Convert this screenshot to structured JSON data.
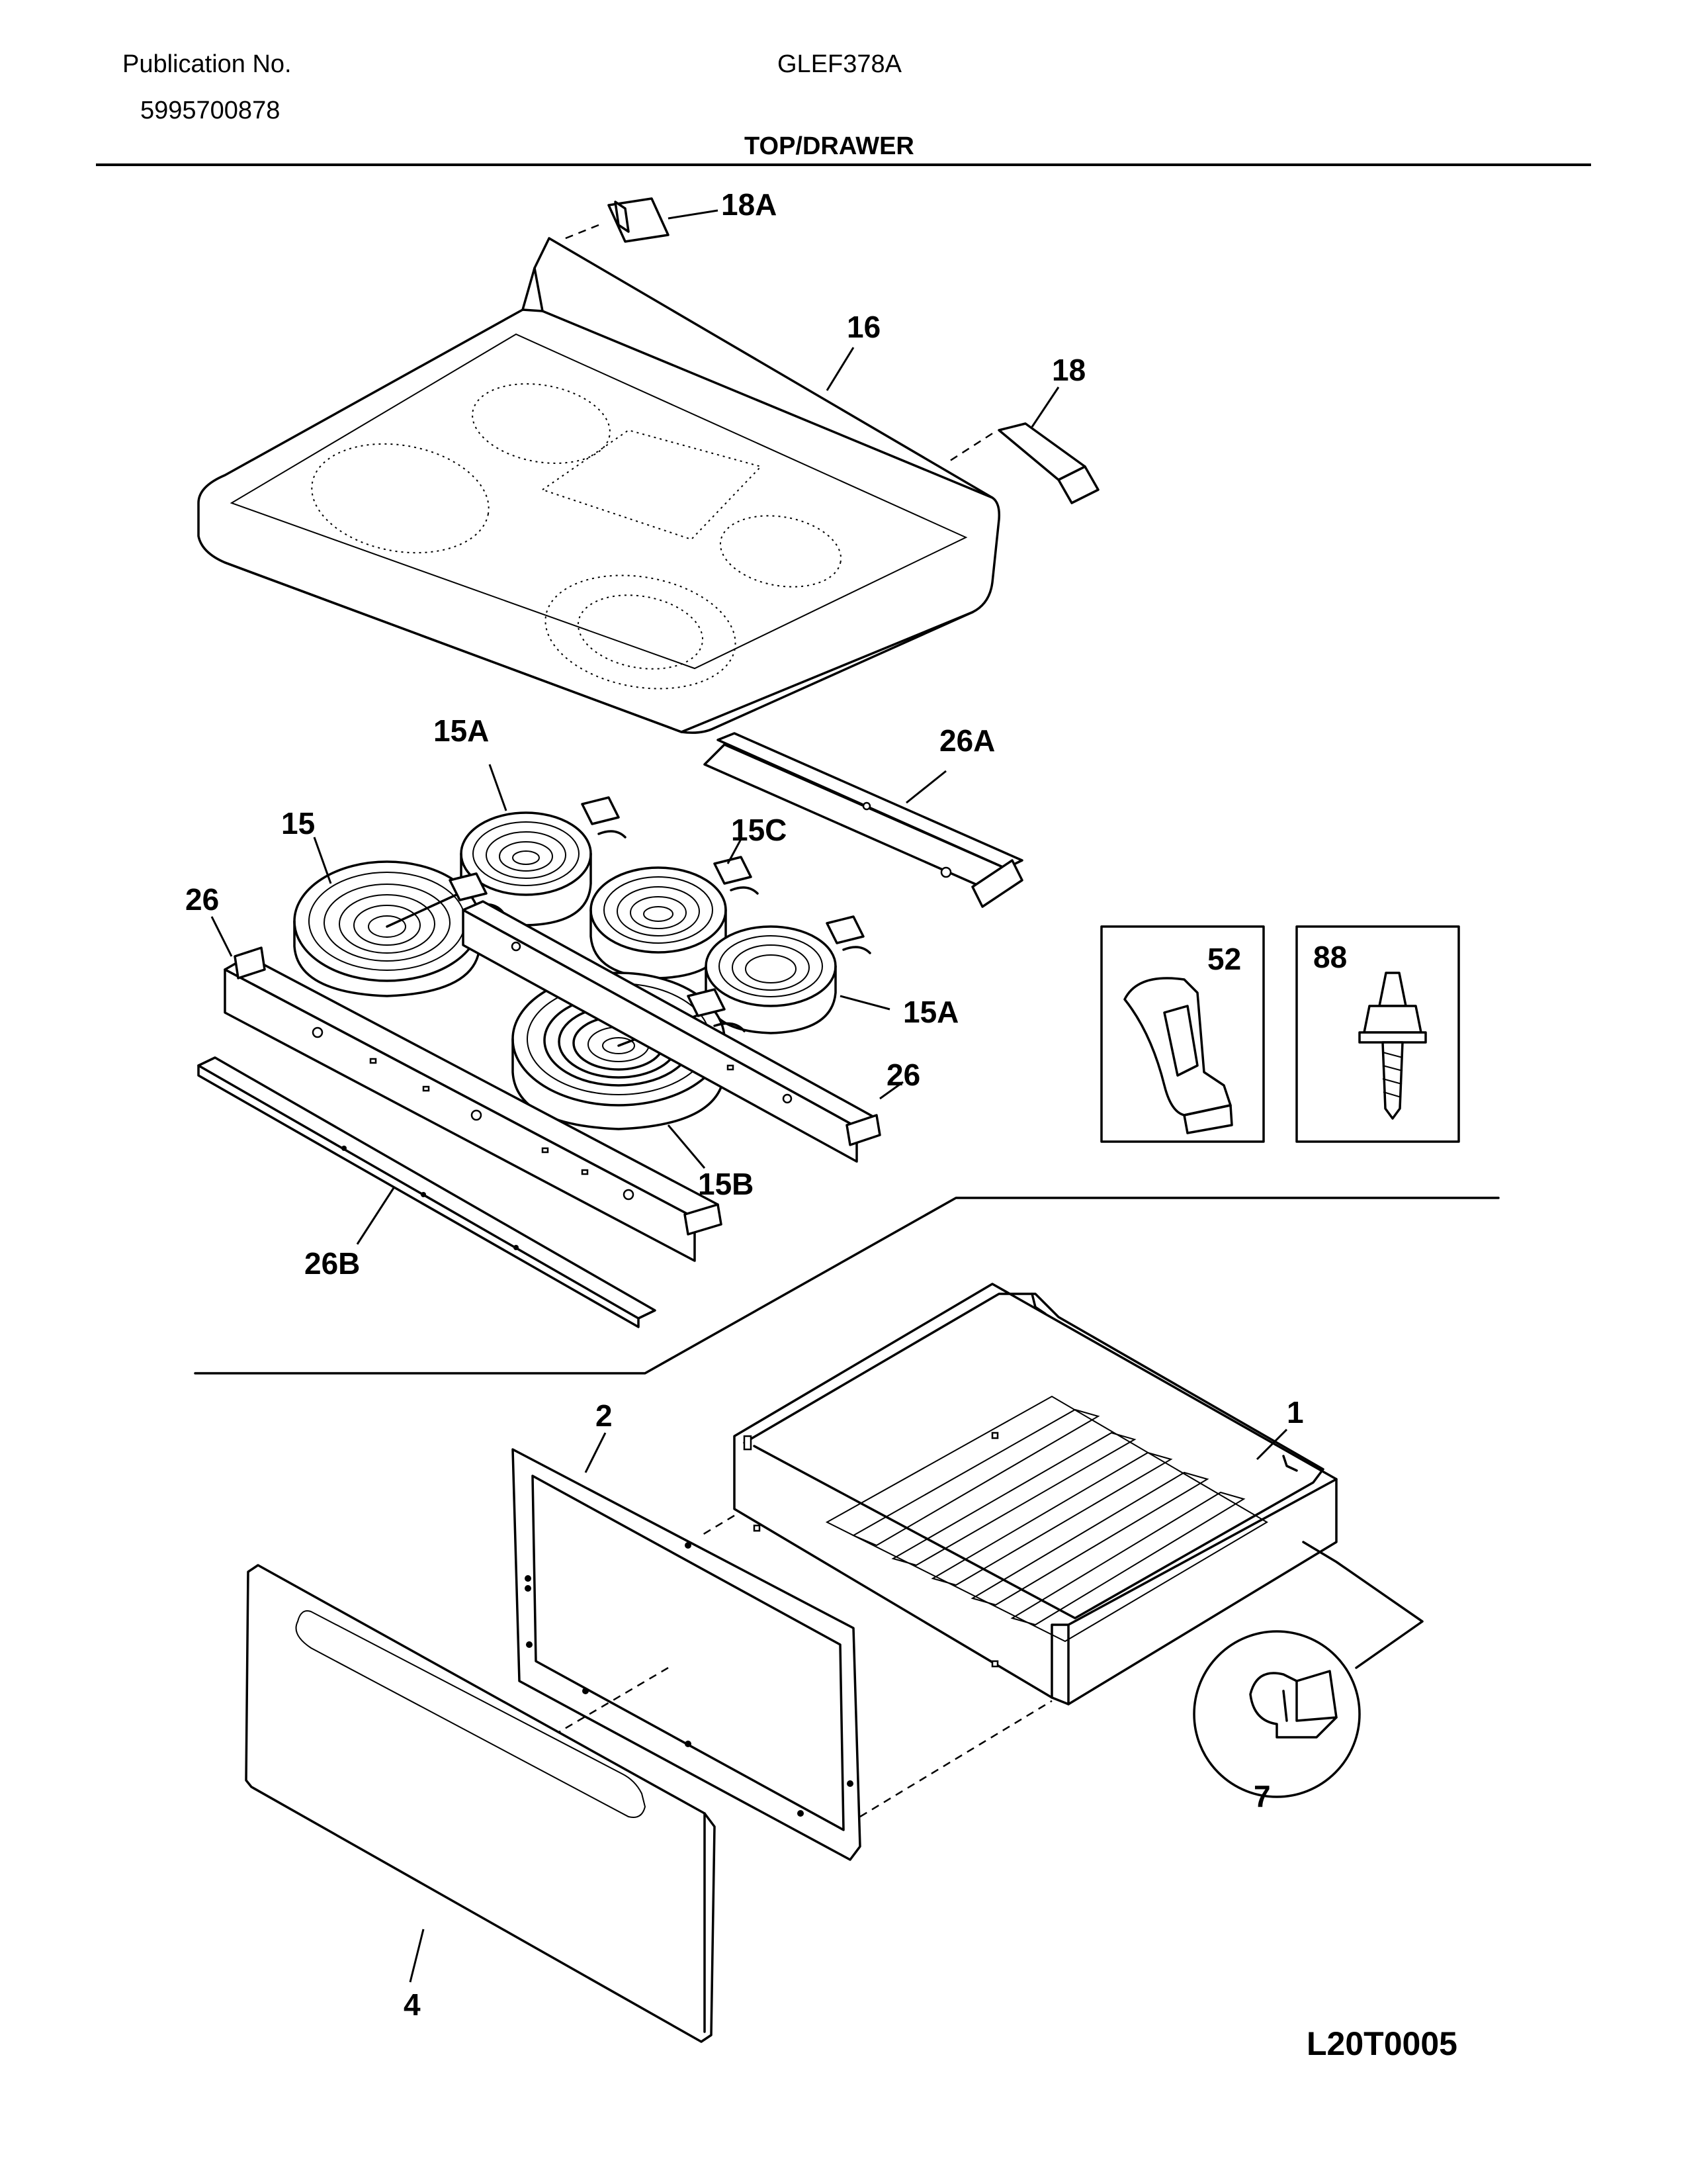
{
  "header": {
    "publication_label": "Publication No.",
    "publication_number": "5995700878",
    "model": "GLEF378A",
    "section_title": "TOP/DRAWER"
  },
  "callouts": {
    "c18A": "18A",
    "c16": "16",
    "c18": "18",
    "c15A_top": "15A",
    "c26A": "26A",
    "c15": "15",
    "c15C": "15C",
    "c26_left": "26",
    "c15A_right": "15A",
    "c26_right": "26",
    "c15B": "15B",
    "c26B": "26B",
    "c52": "52",
    "c88": "88",
    "c2": "2",
    "c1": "1",
    "c7": "7",
    "c4": "4"
  },
  "diagram_code": "L20T0005"
}
